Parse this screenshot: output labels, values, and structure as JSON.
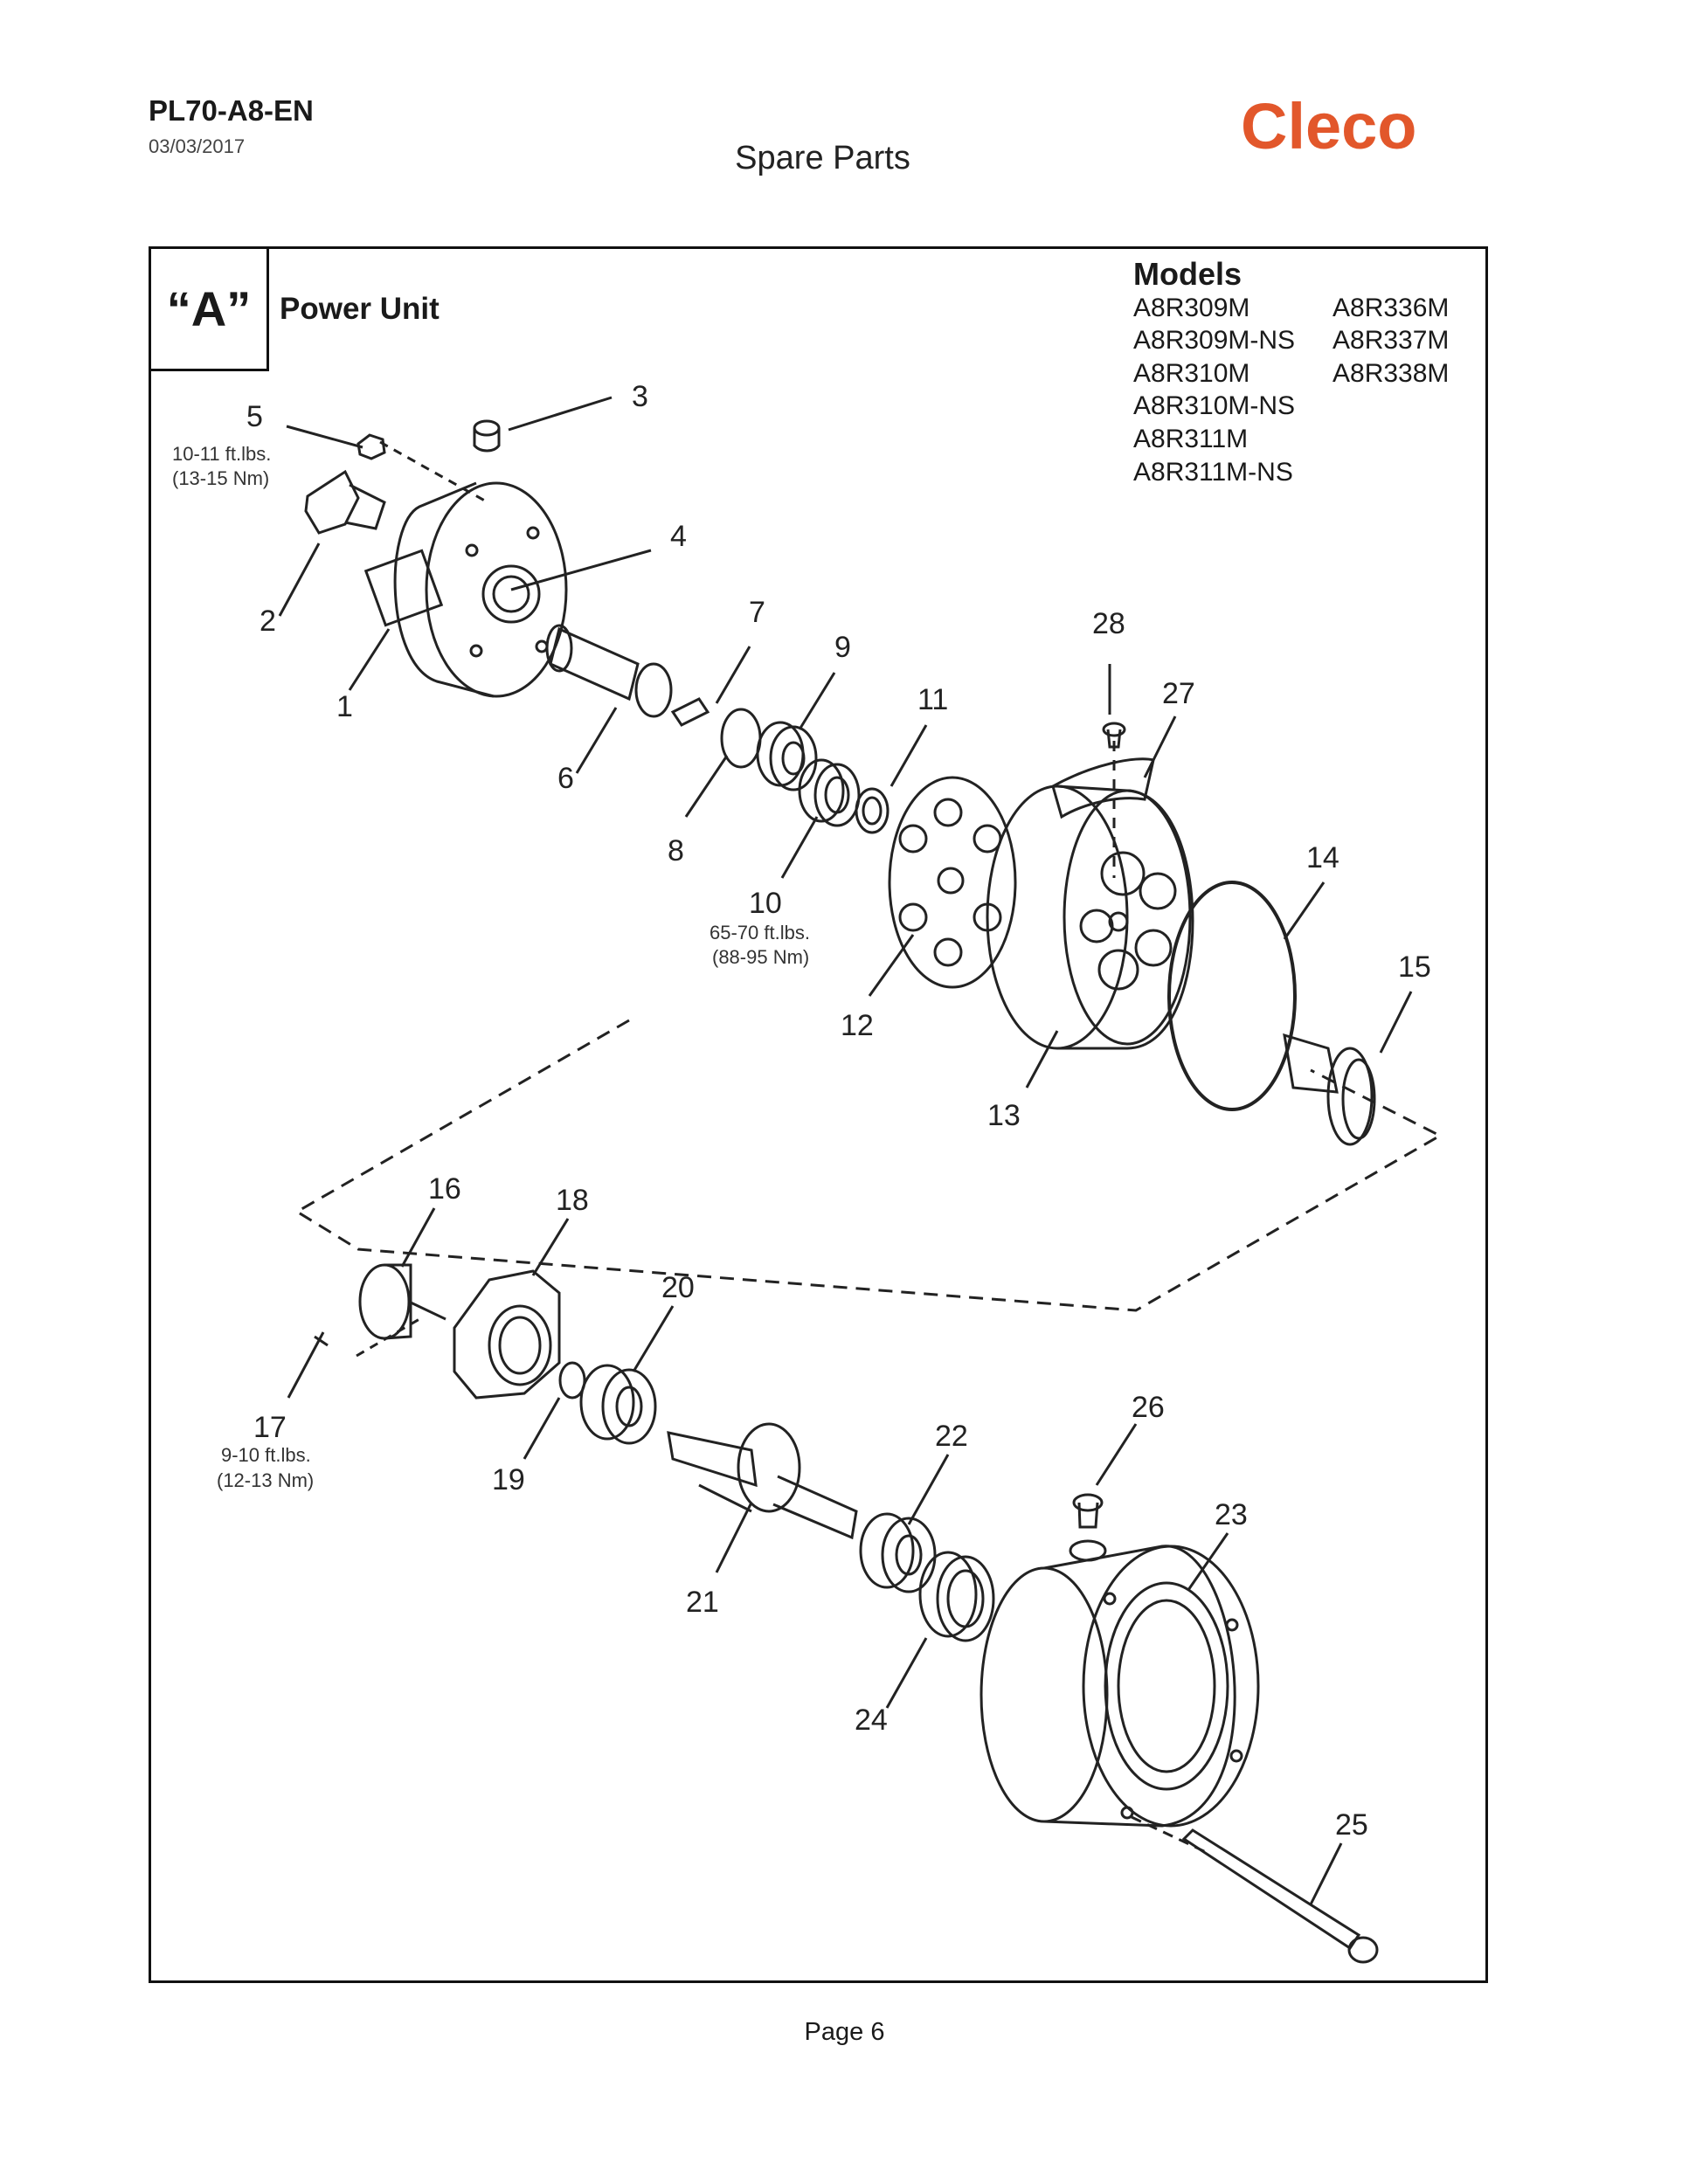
{
  "header": {
    "doc_id": "PL70-A8-EN",
    "date": "03/03/2017",
    "title": "Spare Parts",
    "brand": "Cleco",
    "brand_color": "#e2572b"
  },
  "section": {
    "letter": "“A”",
    "name": "Power Unit"
  },
  "models": {
    "heading": "Models",
    "col1": [
      "A8R309M",
      "A8R309M-NS",
      "A8R310M",
      "A8R310M-NS",
      "A8R311M",
      "A8R311M-NS"
    ],
    "col2": [
      "A8R336M",
      "A8R337M",
      "A8R338M"
    ]
  },
  "parts": {
    "p1": "1",
    "p2": "2",
    "p3": "3",
    "p4": "4",
    "p5": "5",
    "p6": "6",
    "p7": "7",
    "p8": "8",
    "p9": "9",
    "p10": "10",
    "p11": "11",
    "p12": "12",
    "p13": "13",
    "p14": "14",
    "p15": "15",
    "p16": "16",
    "p17": "17",
    "p18": "18",
    "p19": "19",
    "p20": "20",
    "p21": "21",
    "p22": "22",
    "p23": "23",
    "p24": "24",
    "p25": "25",
    "p26": "26",
    "p27": "27",
    "p28": "28"
  },
  "torques": {
    "t5_a": "10-11 ft.lbs.",
    "t5_b": "(13-15 Nm)",
    "t10_a": "65-70 ft.lbs.",
    "t10_b": "(88-95 Nm)",
    "t17_a": "9-10 ft.lbs.",
    "t17_b": "(12-13 Nm)"
  },
  "footer": {
    "page": "Page 6"
  }
}
